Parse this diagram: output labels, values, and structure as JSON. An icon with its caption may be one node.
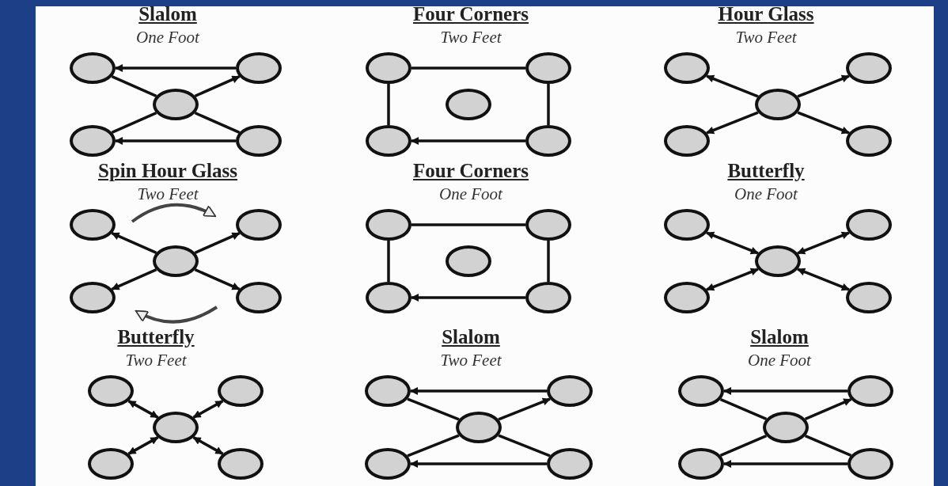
{
  "diagram": {
    "nodes": [
      {
        "text": [],
        "shape": "circle"
      },
      {
        "text": [],
        "shape": "circle"
      },
      {
        "text": [],
        "shape": "circle"
      },
      {
        "text": [],
        "shape": "circle"
      },
      {
        "text": [],
        "shape": "circle"
      },
      {
        "text": [],
        "shape": "circle"
      },
      {
        "text": [],
        "shape": "circle"
      },
      {
        "text": [],
        "shape": "circle"
      },
      {
        "text": [],
        "shape": "circle"
      },
      {
        "text": [],
        "shape": "circle"
      },
      {
        "text": [],
        "shape": "circle"
      },
      {
        "text": [],
        "shape": "circle"
      },
      {
        "text": [],
        "shape": "circle"
      },
      {
        "text": [],
        "shape": "circle"
      },
      {
        "text": [],
        "shape": "circle"
      },
      {
        "text": [],
        "shape": "circle"
      },
      {
        "text": [],
        "shape": "circle"
      },
      {
        "text": [],
        "shape": "circle"
      },
      {
        "text": [],
        "shape": "circle"
      },
      {
        "text": [],
        "shape": "circle"
      },
      {
        "text": [],
        "shape": "circle"
      },
      {
        "text": [],
        "shape": "circle"
      },
      {
        "text": [],
        "shape": "circle"
      },
      {
        "text": [],
        "shape": "circle"
      },
      {
        "text": [],
        "shape": "circle"
      },
      {
        "text": [],
        "shape": "circle"
      },
      {
        "text": [],
        "shape": "circle"
      },
      {
        "text": [],
        "shape": "circle"
      },
      {
        "text": [],
        "shape": "circle"
      },
      {
        "text": [],
        "shape": "circle"
      },
      {
        "text": [],
        "shape": "circle"
      },
      {
        "text": [],
        "shape": "circle"
      },
      {
        "text": [],
        "shape": "circle"
      },
      {
        "text": [],
        "shape": "circle"
      },
      {
        "text": [],
        "shape": "circle"
      },
      {
        "text": [],
        "shape": "circle"
      },
      {
        "text": [],
        "shape": "circle"
      },
      {
        "text": [],
        "shape": "circle"
      },
      {
        "text": [],
        "shape": "circle"
      },
      {
        "text": [],
        "shape": "circle"
      },
      {
        "text": [],
        "shape": "circle"
      },
      {
        "text": [],
        "shape": "circle"
      },
      {
        "text": [],
        "shape": "circle"
      },
      {
        "text": [],
        "shape": "circle"
      },
      {
        "text": [],
        "shape": "circle"
      }
    ],
    "edges": [
      {
        "from": 3,
        "to": 2,
        "arrow": "none"
      },
      {
        "from": 2,
        "to": 1,
        "arrow": "to"
      },
      {
        "from": 1,
        "to": 0,
        "arrow": "to"
      },
      {
        "from": 0,
        "to": 2,
        "arrow": "none"
      },
      {
        "from": 2,
        "to": 4,
        "arrow": "none"
      },
      {
        "from": 4,
        "to": 3,
        "arrow": "to"
      },
      {
        "from": 8,
        "to": 5,
        "arrow": "none"
      },
      {
        "from": 5,
        "to": 6,
        "arrow": "none"
      },
      {
        "from": 6,
        "to": 9,
        "arrow": "none"
      },
      {
        "from": 9,
        "to": 8,
        "arrow": "to"
      },
      {
        "from": 12,
        "to": 10,
        "arrow": "to"
      },
      {
        "from": 12,
        "to": 11,
        "arrow": "to"
      },
      {
        "from": 12,
        "to": 13,
        "arrow": "to"
      },
      {
        "from": 12,
        "to": 14,
        "arrow": "to"
      },
      {
        "from": 17,
        "to": 15,
        "arrow": "to"
      },
      {
        "from": 17,
        "to": 16,
        "arrow": "to"
      },
      {
        "from": 17,
        "to": 18,
        "arrow": "to"
      },
      {
        "from": 17,
        "to": 19,
        "arrow": "to"
      },
      {
        "from": 23,
        "to": 20,
        "arrow": "none"
      },
      {
        "from": 20,
        "to": 21,
        "arrow": "none"
      },
      {
        "from": 21,
        "to": 24,
        "arrow": "none"
      },
      {
        "from": 24,
        "to": 23,
        "arrow": "to"
      },
      {
        "from": 27,
        "to": 25,
        "arrow": "both"
      },
      {
        "from": 27,
        "to": 26,
        "arrow": "both"
      },
      {
        "from": 27,
        "to": 28,
        "arrow": "both"
      },
      {
        "from": 27,
        "to": 29,
        "arrow": "both"
      },
      {
        "from": 32,
        "to": 30,
        "arrow": "both"
      },
      {
        "from": 32,
        "to": 31,
        "arrow": "both"
      },
      {
        "from": 32,
        "to": 33,
        "arrow": "both"
      },
      {
        "from": 32,
        "to": 34,
        "arrow": "both"
      },
      {
        "from": 38,
        "to": 37,
        "arrow": "none"
      },
      {
        "from": 37,
        "to": 36,
        "arrow": "to"
      },
      {
        "from": 36,
        "to": 35,
        "arrow": "to"
      },
      {
        "from": 35,
        "to": 37,
        "arrow": "none"
      },
      {
        "from": 37,
        "to": 39,
        "arrow": "none"
      },
      {
        "from": 39,
        "to": 38,
        "arrow": "to"
      },
      {
        "from": 43,
        "to": 42,
        "arrow": "none"
      },
      {
        "from": 42,
        "to": 41,
        "arrow": "to"
      },
      {
        "from": 41,
        "to": 40,
        "arrow": "to"
      },
      {
        "from": 40,
        "to": 42,
        "arrow": "none"
      },
      {
        "from": 42,
        "to": 44,
        "arrow": "none"
      },
      {
        "from": 44,
        "to": 43,
        "arrow": "to"
      }
    ],
    "labels": [
      "Slalom",
      "One Foot",
      "Four Corners",
      "Two Feet",
      "Hour Glass",
      "Two Feet",
      "Spin Hour Glass",
      "Two Feet",
      "Four Corners",
      "One Foot",
      "Butterfly",
      "One Foot",
      "Butterfly",
      "Two Feet",
      "Slalom",
      "Two Feet",
      "Slalom",
      "One Foot"
    ]
  }
}
